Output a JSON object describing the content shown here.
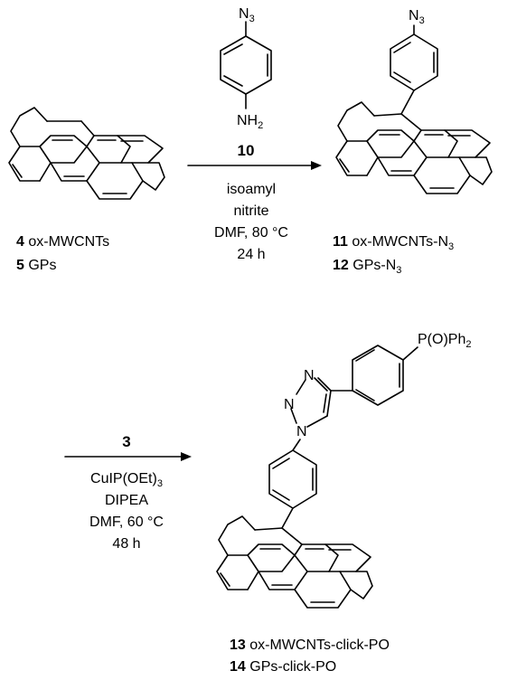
{
  "reaction1": {
    "reagent_top": {
      "group": "N",
      "sub": "3"
    },
    "reagent_bottom": {
      "group": "NH",
      "sub": "2"
    },
    "reagent_number": "10",
    "conditions": [
      "isoamyl",
      "nitrite",
      "DMF, 80 °C",
      "24 h"
    ],
    "starting_materials": [
      {
        "number": "4",
        "name": "ox-MWCNTs"
      },
      {
        "number": "5",
        "name": "GPs"
      }
    ],
    "product_group": {
      "text": "N",
      "sub": "3"
    },
    "products": [
      {
        "number": "11",
        "name": "ox-MWCNTs-N",
        "sub": "3"
      },
      {
        "number": "12",
        "name": "GPs-N",
        "sub": "3"
      }
    ]
  },
  "reaction2": {
    "reagent_number": "3",
    "conditions": {
      "catalyst": {
        "text": "CuIP(OEt)",
        "sub": "3"
      },
      "base": "DIPEA",
      "solvent_temp": "DMF, 60 °C",
      "time": "48 h"
    },
    "product_group": {
      "text": "P(O)Ph",
      "sub": "2"
    },
    "triazole_atoms": [
      "N",
      "N",
      "N"
    ],
    "products": [
      {
        "number": "13",
        "name": "ox-MWCNTs-click-PO"
      },
      {
        "number": "14",
        "name": "GPs-click-PO"
      }
    ]
  }
}
